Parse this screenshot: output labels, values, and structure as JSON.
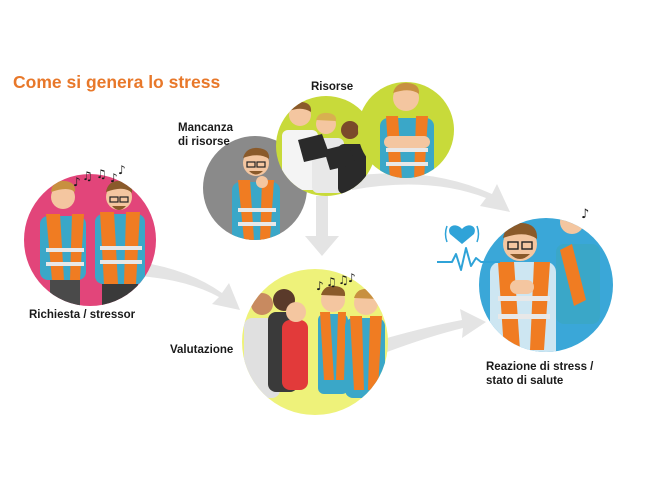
{
  "title": "Come si genera lo stress",
  "labels": {
    "richiesta": "Richiesta / stressor",
    "mancanza_l1": "Mancanza",
    "mancanza_l2": "di risorse",
    "risorse": "Risorse",
    "valutazione": "Valutazione",
    "reazione_l1": "Reazione di stress /",
    "reazione_l2": "stato di salute"
  },
  "colors": {
    "title": "#e8782a",
    "richiesta_circle": "#e2457a",
    "mancanza_circle": "#8a8a8a",
    "risorse_circle": "#c8da3a",
    "valutazione_circle": "#eef27a",
    "reazione_circle": "#3aa7d8",
    "arrow": "#e4e4e4",
    "vest": "#f07c22",
    "heart": "#2fa3d8"
  },
  "icons": [
    "music-notes-icon",
    "heart-icon",
    "heartbeat-line-icon",
    "arrow-icon"
  ]
}
